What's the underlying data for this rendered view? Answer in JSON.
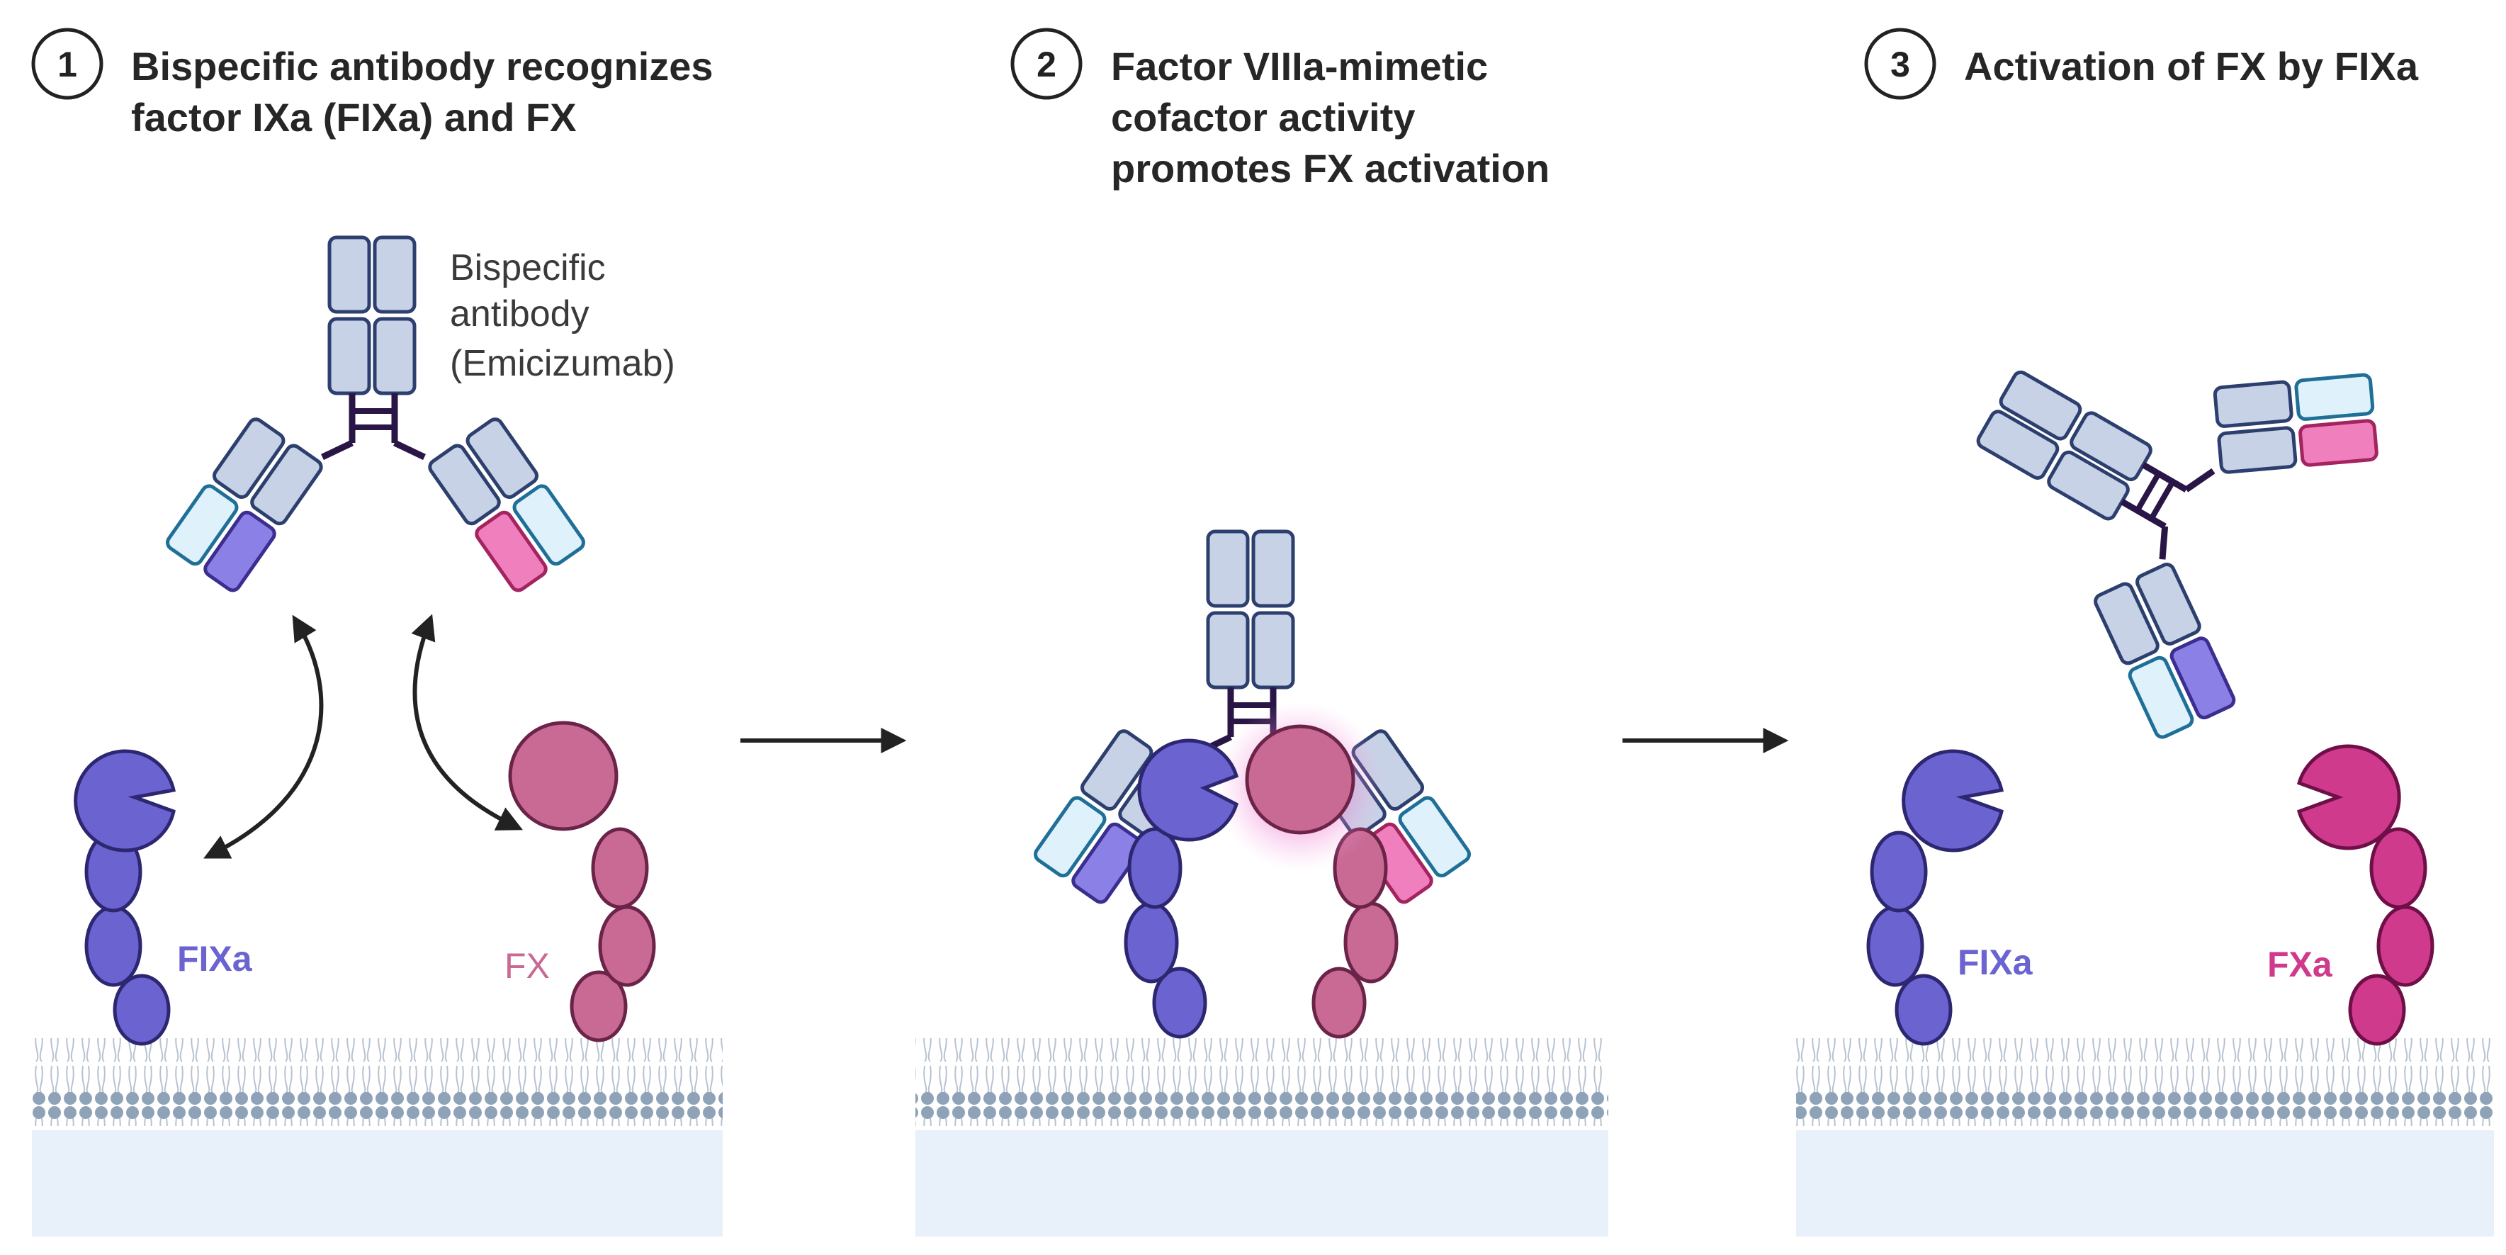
{
  "steps": [
    {
      "number": "1",
      "title_lines": [
        "Bispecific antibody recognizes",
        "factor IXa (FIXa) and FX"
      ]
    },
    {
      "number": "2",
      "title_lines": [
        "Factor VIIIa-mimetic",
        "cofactor activity",
        "promotes FX activation"
      ]
    },
    {
      "number": "3",
      "title_lines": [
        "Activation of FX by FIXa"
      ]
    }
  ],
  "antibody_label_lines": [
    "Bispecific",
    "antibody",
    "(Emicizumab)"
  ],
  "labels": {
    "fixa_1": "FIXa",
    "fx_1": "FX",
    "fixa_3": "FIXa",
    "fxa_3": "FXa"
  },
  "colors": {
    "fixa": "#6a63d0",
    "fx": "#c96a95",
    "fxa": "#cf3a8c",
    "heavy_chain": "#c8d2e6",
    "light_chain": "#dff1fb",
    "fixa_arm": "#8a80e6",
    "fx_arm": "#f07fbe",
    "hinge": "#2a1646",
    "membrane_head": "#8fa3b8",
    "cytoplasm": "#e8f1fa"
  }
}
